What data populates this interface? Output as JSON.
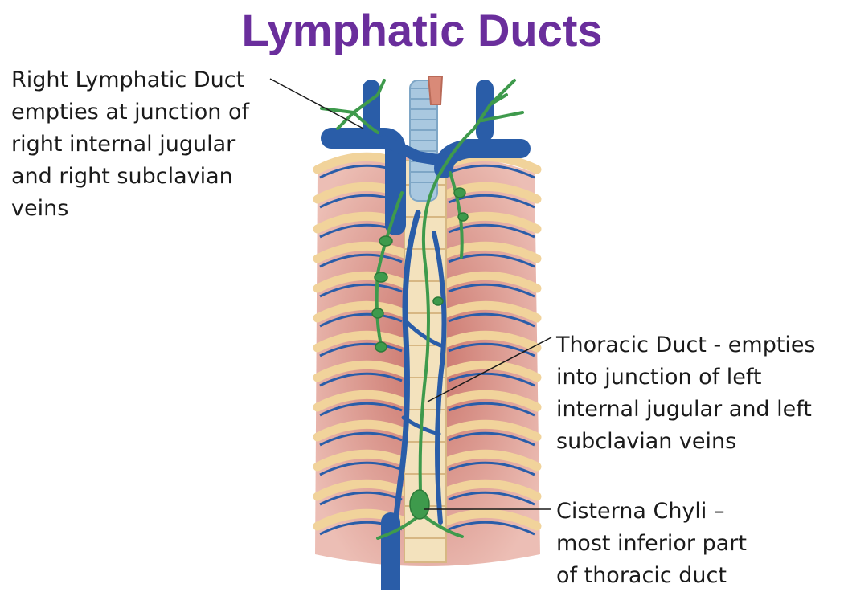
{
  "title": "Lymphatic Ducts",
  "labels": {
    "right_duct": [
      "Right Lymphatic Duct",
      "empties at junction of",
      "right internal jugular",
      "and right subclavian",
      "veins"
    ],
    "thoracic_duct": [
      "Thoracic Duct - empties",
      "into junction of left",
      "internal jugular and left",
      "subclavian veins"
    ],
    "cisterna_chyli": [
      "Cisterna Chyli –",
      "most inferior part",
      "of thoracic duct"
    ]
  },
  "colors": {
    "title": "#6a2e9c",
    "vein": "#2a5da8",
    "lymph": "#3e9a4c",
    "muscle": "#b8504a",
    "rib": "#f1d39b",
    "trachea": "#a9c8e0",
    "artery": "#d98a78"
  }
}
